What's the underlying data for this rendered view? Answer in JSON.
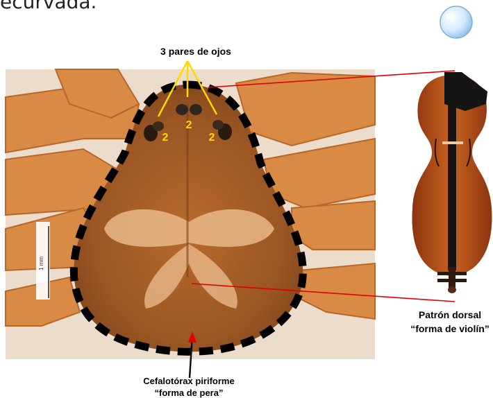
{
  "header": {
    "fragment_text": "ecurvada."
  },
  "labels": {
    "eyes": "3 pares de ojos",
    "eye_counts": [
      "2",
      "2",
      "2"
    ],
    "dorsal_pattern_line1": "Patrón dorsal",
    "dorsal_pattern_line2": "“forma de violín”",
    "cephalothorax_line1": "Cefalotórax piriforme",
    "cephalothorax_line2": "“forma de pera”",
    "scale_bar": "1 mm"
  },
  "icons": {
    "top_right": "bubble-icon"
  },
  "colors": {
    "eye_label": "#ffd800",
    "pointer_line": "#e00000",
    "outline": "#000000",
    "cephalothorax": "#a05a24",
    "legs": "#d98a45",
    "violin_body": "#b4501a",
    "violin_neck": "#151515"
  }
}
